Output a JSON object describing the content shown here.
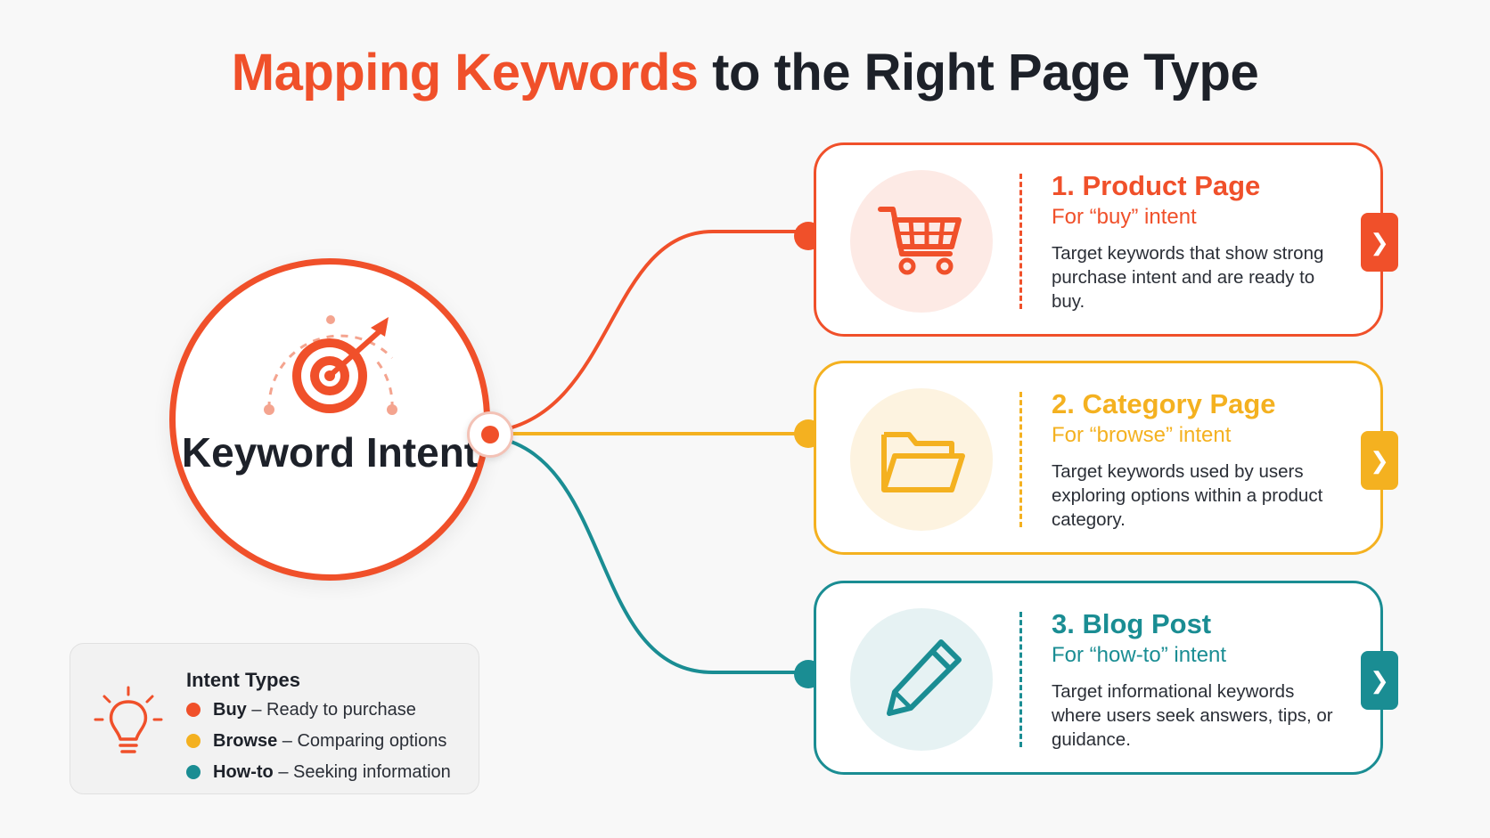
{
  "title": {
    "highlight": "Mapping Keywords",
    "rest": " to the Right Page Type"
  },
  "hub": {
    "title": "Keyword Intent",
    "icon": "target-arrow-icon"
  },
  "colors": {
    "buy": "#f0502a",
    "browse": "#f4b120",
    "howto": "#1a8d93"
  },
  "cards": [
    {
      "title": "1. Product Page",
      "subtitle": "For “buy” intent",
      "description": "Target keywords that show strong purchase intent and are ready to buy.",
      "icon": "shopping-cart-icon",
      "color": "#f0502a",
      "tint": "#fdeae5"
    },
    {
      "title": "2. Category Page",
      "subtitle": "For “browse” intent",
      "description": "Target keywords used by users exploring options within a product category.",
      "icon": "folder-icon",
      "color": "#f4b120",
      "tint": "#fdf3e0"
    },
    {
      "title": "3. Blog Post",
      "subtitle": "For “how-to” intent",
      "description": "Target informational keywords where users seek answers, tips, or guidance.",
      "icon": "pencil-icon",
      "color": "#1a8d93",
      "tint": "#e6f2f3"
    }
  ],
  "legend": {
    "title": "Intent Types",
    "icon": "lightbulb-icon",
    "items": [
      {
        "name": "Buy",
        "text": " – Ready to purchase",
        "color": "#f0502a"
      },
      {
        "name": "Browse",
        "text": " – Comparing options",
        "color": "#f4b120"
      },
      {
        "name": "How-to",
        "text": " – Seeking information",
        "color": "#1a8d93"
      }
    ]
  }
}
